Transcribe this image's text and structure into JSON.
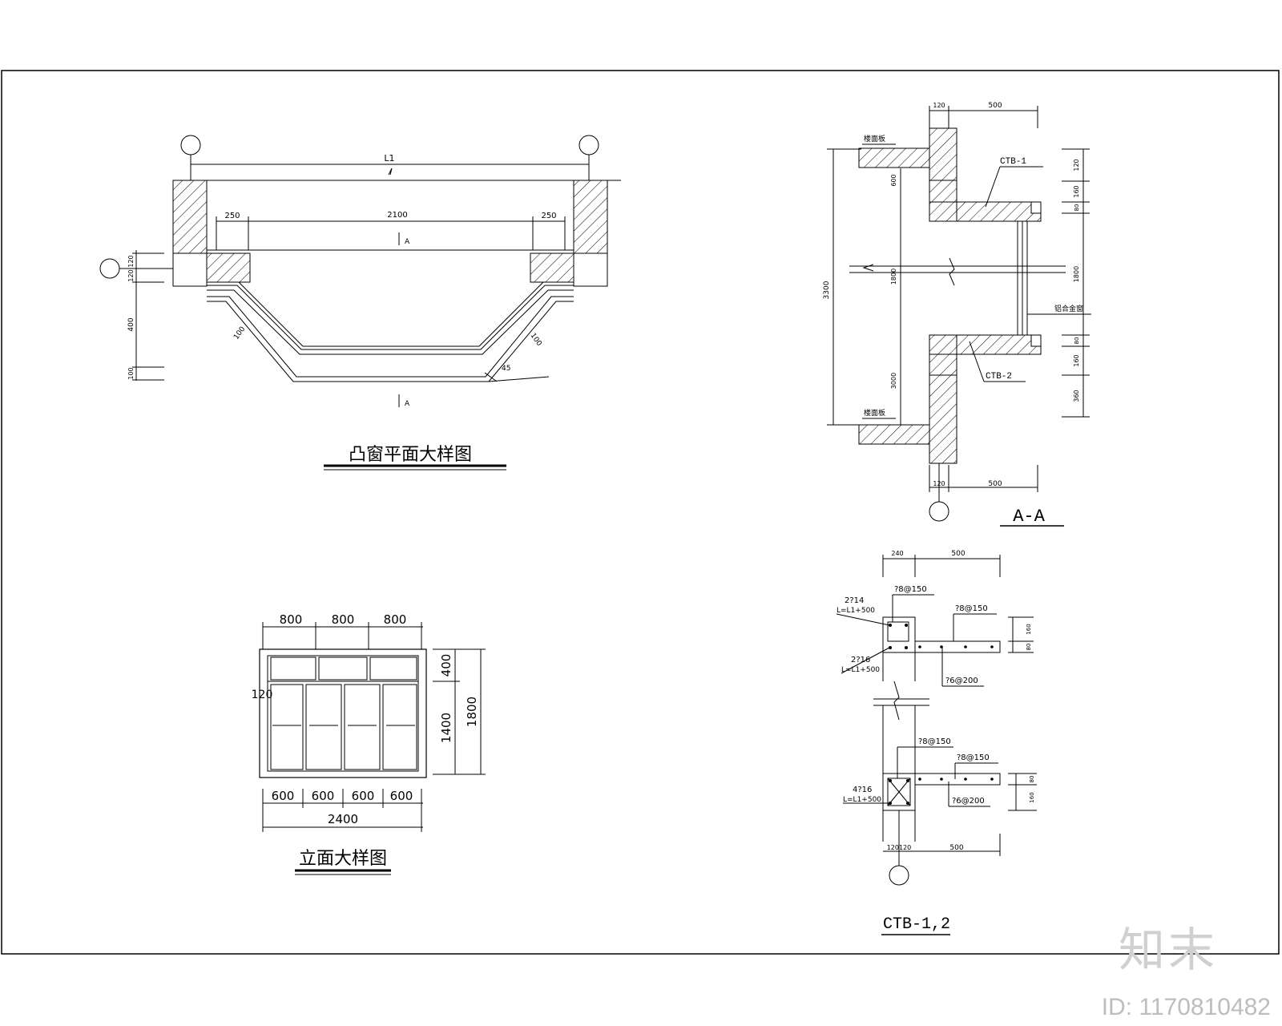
{
  "plan": {
    "title": "凸窗平面大样图",
    "dim_overall": "L1",
    "dim_side_left": "250",
    "dim_mid": "2100",
    "dim_side_right": "250",
    "section_mark_top": "A",
    "section_mark_bottom": "A",
    "dims_left": [
      "120",
      "120",
      "400",
      "100"
    ],
    "dim_diag_left": "100",
    "dim_diag_right": "100",
    "angle": "45"
  },
  "section": {
    "title": "A-A",
    "dim_top": [
      "120",
      "500"
    ],
    "dim_bottom": [
      "120",
      "500"
    ],
    "label_floor_top": "楼面板",
    "label_floor_bottom": "楼面板",
    "label_ctb1": "CTB-1",
    "label_ctb2": "CTB-2",
    "label_window": "铝合金窗",
    "dim_total": "3300",
    "dims_left_inner": [
      "600",
      "1800",
      "3000"
    ],
    "dims_right": [
      "120",
      "160",
      "80",
      "1800",
      "80",
      "160",
      "360"
    ]
  },
  "elevation": {
    "title": "立面大样图",
    "dims_top": [
      "800",
      "800",
      "800"
    ],
    "dims_bottom": [
      "600",
      "600",
      "600",
      "600"
    ],
    "dim_total_width": "2400",
    "dims_right": [
      "400",
      "1400"
    ],
    "dim_total_height": "1800",
    "dim_frame": "120"
  },
  "ctb": {
    "title": "CTB-1,2",
    "dims_top": [
      "240",
      "500"
    ],
    "dims_bottom": [
      "120120",
      "500"
    ],
    "r1_label1": "2?14",
    "r1_label1b": "L=L1+500",
    "r1_label2": "?8@150",
    "r1_label3": "?8@150",
    "r1_label4": "2?16",
    "r1_label4b": "L=L1+500",
    "r1_label5": "?6@200",
    "r1_dims": [
      "160",
      "80"
    ],
    "r2_label1": "?8@150",
    "r2_label2": "?8@150",
    "r2_label3": "4?16",
    "r2_label3b": "L=L1+500",
    "r2_label4": "?6@200",
    "r2_dims": [
      "80",
      "160"
    ]
  },
  "watermark": {
    "logo": "知末",
    "id": "ID: 1170810482"
  }
}
